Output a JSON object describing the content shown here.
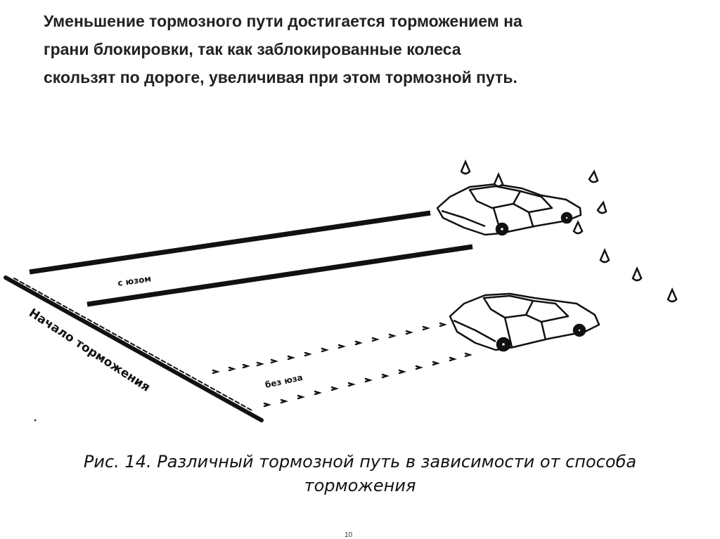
{
  "slide": {
    "heading_lines": [
      "Уменьшение тормозного пути достигается торможением на",
      "грани блокировки, так как заблокированные колеса",
      "скользят по дороге, увеличивая при этом тормозной путь."
    ]
  },
  "figure": {
    "start_label": "Начало торможения",
    "label_blocked": "с юзом",
    "label_unblocked": "без юза"
  },
  "caption": {
    "line1": "Рис. 14. Различный тормозной путь в зависимости от способа",
    "line2": "торможения"
  },
  "page_number": "10"
}
